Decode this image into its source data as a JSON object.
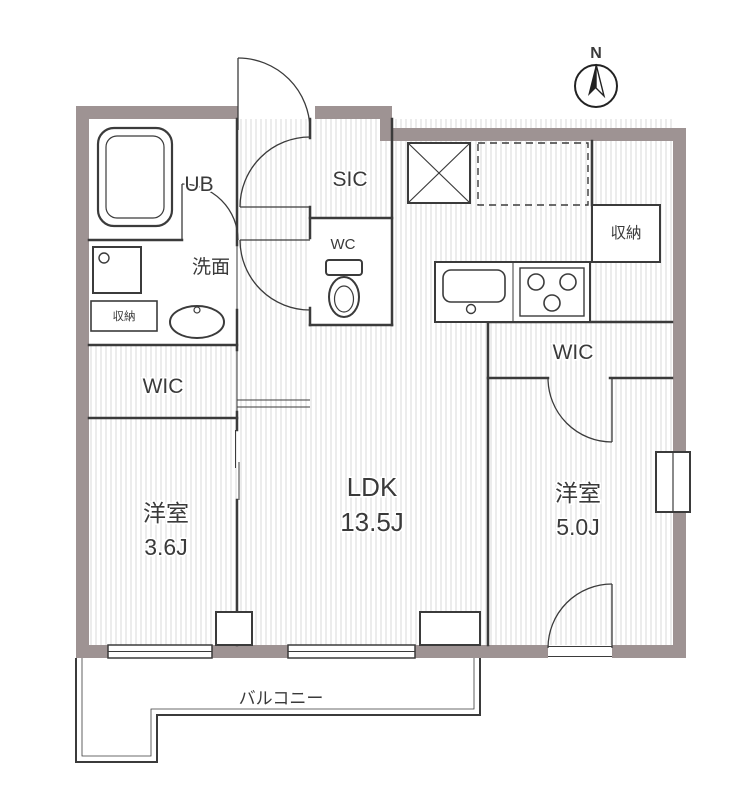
{
  "meta": {
    "type": "apartment-floor-plan"
  },
  "compass": {
    "north_label": "N"
  },
  "rooms": {
    "unit_bath": {
      "label": "UB"
    },
    "washroom": {
      "label": "洗面"
    },
    "washroom_storage": {
      "label": "収納"
    },
    "wic_left": {
      "label": "WIC"
    },
    "bedroom_small": {
      "name": "洋室",
      "size": "3.6J"
    },
    "shoe_closet": {
      "label": "SIC"
    },
    "toilet": {
      "label": "WC"
    },
    "ldk": {
      "name": "LDK",
      "size": "13.5J"
    },
    "storage_right": {
      "label": "収納"
    },
    "wic_right": {
      "label": "WIC"
    },
    "bedroom_main": {
      "name": "洋室",
      "size": "5.0J"
    },
    "balcony": {
      "label": "バルコニー"
    }
  },
  "colors": {
    "wall_fill": "#9e9393",
    "line": "#3b3b3b",
    "hatch_line": "#e3e3e3",
    "background": "#ffffff"
  }
}
